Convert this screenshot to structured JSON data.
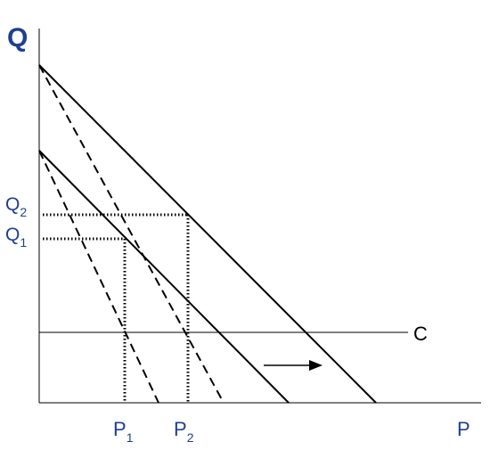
{
  "labels": {
    "y_axis": "Q",
    "x_axis": "P",
    "q1": "Q",
    "q1_sub": "1",
    "q2": "Q",
    "q2_sub": "2",
    "p1": "P",
    "p1_sub": "1",
    "p2": "P",
    "p2_sub": "2",
    "cost_line": "C"
  },
  "colors": {
    "axis_labels": "#1f3f8f",
    "lines": "#000000",
    "background": "#ffffff"
  }
}
